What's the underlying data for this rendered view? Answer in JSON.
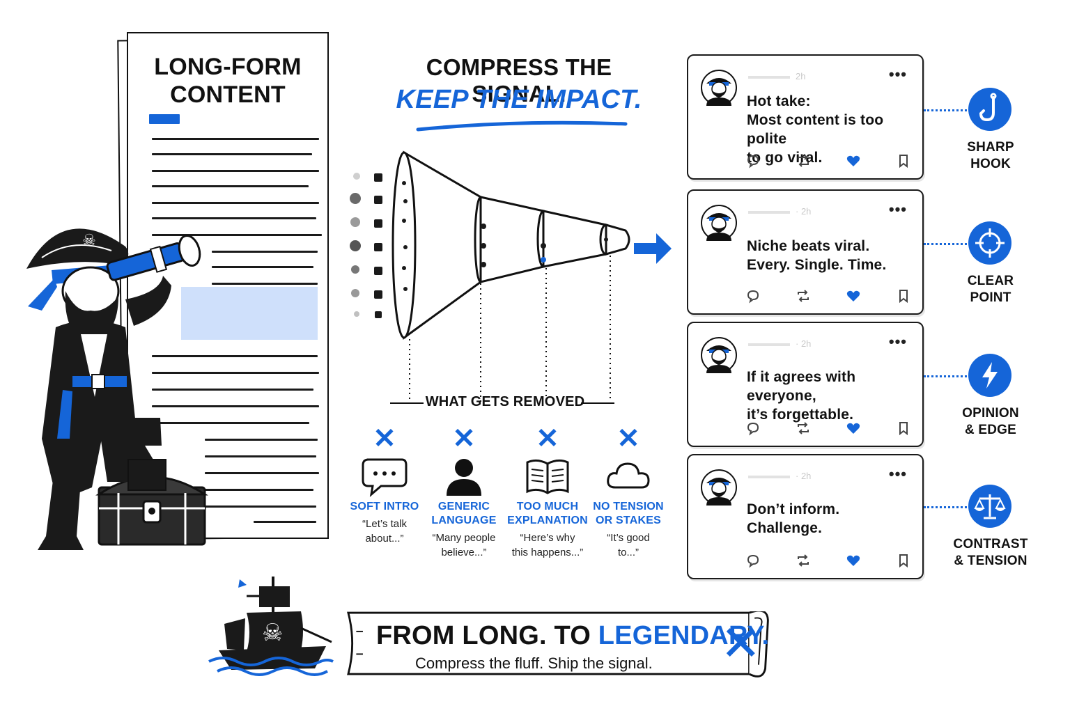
{
  "document": {
    "title_line1": "LONG-FORM",
    "title_line2": "CONTENT"
  },
  "headline": {
    "line1": "COMPRESS THE SIGNAL.",
    "line2": "KEEP THE IMPACT."
  },
  "removed": {
    "label": "WHAT GETS REMOVED",
    "items": [
      {
        "x": "✕",
        "title1": "SOFT INTRO",
        "title2": "",
        "quote1": "“Let’s talk",
        "quote2": "about...”",
        "icon": "speech-bubble-icon"
      },
      {
        "x": "✕",
        "title1": "GENERIC",
        "title2": "LANGUAGE",
        "quote1": "“Many people",
        "quote2": "believe...”",
        "icon": "person-icon"
      },
      {
        "x": "✕",
        "title1": "TOO MUCH",
        "title2": "EXPLANATION",
        "quote1": "“Here’s why",
        "quote2": "this happens...”",
        "icon": "book-icon"
      },
      {
        "x": "✕",
        "title1": "NO TENSION",
        "title2": "OR STAKES",
        "quote1": "“It’s good",
        "quote2": "to...”",
        "icon": "cloud-icon"
      }
    ]
  },
  "posts": [
    {
      "meta": "2h",
      "line1": "Hot take:",
      "line2": "Most content is too polite",
      "line3": "to go viral.",
      "more": "•••"
    },
    {
      "meta": "· 2h",
      "line1": "Niche beats viral.",
      "line2": "Every. Single. Time.",
      "line3": "",
      "more": "•••"
    },
    {
      "meta": "· 2h",
      "line1": "If it agrees with everyone,",
      "line2": "it’s forgettable.",
      "line3": "",
      "more": "•••"
    },
    {
      "meta": "· 2h",
      "line1": "Don’t inform.",
      "line2": "Challenge.",
      "line3": "",
      "more": "•••"
    }
  ],
  "principles": [
    {
      "line1": "SHARP",
      "line2": "HOOK",
      "icon": "hook-icon"
    },
    {
      "line1": "CLEAR",
      "line2": "POINT",
      "icon": "crosshair-icon"
    },
    {
      "line1": "OPINION",
      "line2": "& EDGE",
      "icon": "lightning-icon"
    },
    {
      "line1": "CONTRAST",
      "line2": "& TENSION",
      "icon": "scales-icon"
    }
  ],
  "banner": {
    "part1": "FROM LONG. TO ",
    "part2": "LEGENDARY.",
    "sub": "Compress the fluff. Ship the signal.",
    "x": "✕"
  },
  "colors": {
    "accent": "#1565d8",
    "ink": "#111111",
    "highlight": "#cfe0fb"
  }
}
